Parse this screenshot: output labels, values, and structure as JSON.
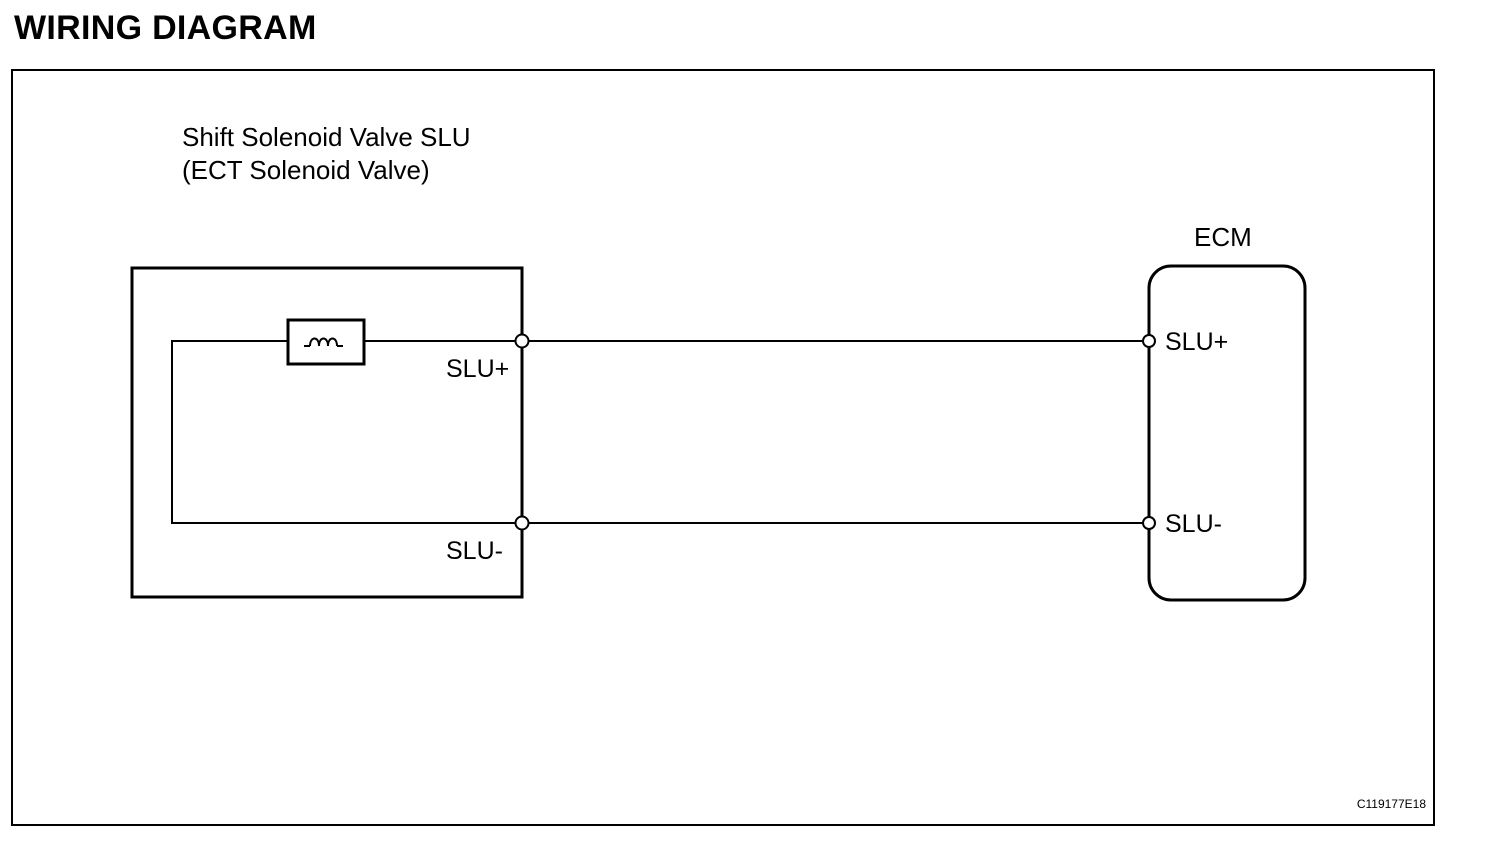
{
  "title": "WIRING DIAGRAM",
  "solenoid": {
    "name_line1": "Shift Solenoid Valve SLU",
    "name_line2": "(ECT Solenoid Valve)",
    "terminal_positive": "SLU+",
    "terminal_negative": "SLU-",
    "coil_icon": "solenoid-coil-icon"
  },
  "ecm": {
    "name": "ECM",
    "terminal_positive": "SLU+",
    "terminal_negative": "SLU-"
  },
  "figure_code": "C119177E18",
  "colors": {
    "line": "#000000",
    "background": "#ffffff"
  }
}
